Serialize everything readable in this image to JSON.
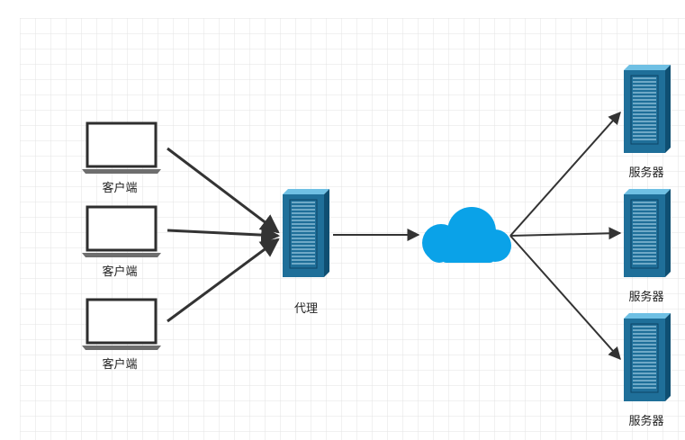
{
  "diagram": {
    "colors": {
      "grid": "#e3e3e3",
      "arrow": "#333333",
      "laptop_frame": "#2e2e2e",
      "laptop_base": "#6e6e6e",
      "server_front": "#1f6f99",
      "server_side": "#0f4f72",
      "server_top": "#6fc0e4",
      "cloud": "#0aa2e8"
    },
    "clients": [
      {
        "label": "客户端",
        "icon": "laptop-icon"
      },
      {
        "label": "客户端",
        "icon": "laptop-icon"
      },
      {
        "label": "客户端",
        "icon": "laptop-icon"
      }
    ],
    "proxy": {
      "label": "代理",
      "icon": "server-tower-icon"
    },
    "network": {
      "icon": "cloud-icon"
    },
    "servers": [
      {
        "label": "服务器",
        "icon": "server-tower-icon"
      },
      {
        "label": "服务器",
        "icon": "server-tower-icon"
      },
      {
        "label": "服务器",
        "icon": "server-tower-icon"
      }
    ]
  }
}
